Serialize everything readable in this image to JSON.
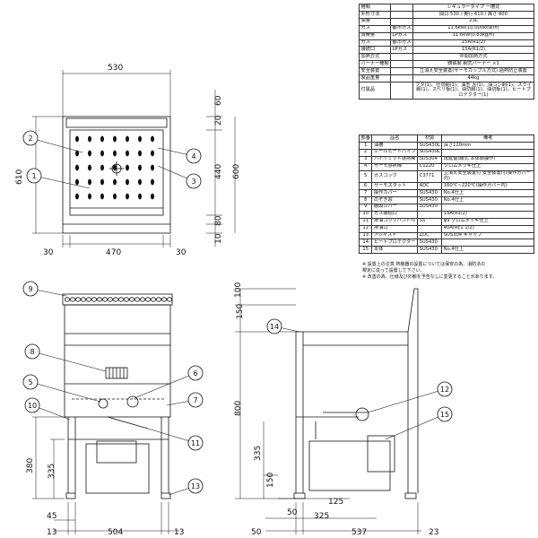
{
  "spec": {
    "rows": [
      [
        "種類",
        "",
        "レギュラータイプ 一槽式"
      ],
      [
        "外形寸法",
        "",
        "間口 530 / 奥行 610 / 高さ 800"
      ],
      [
        "油量",
        "",
        "23L"
      ],
      [
        "ガス",
        "都市ガス",
        "11.6kW(10,000kcal/h)"
      ],
      [
        "消費量",
        "LPガス",
        "11.6kW(0.83kg/h)"
      ],
      [
        "ガス",
        "都市ガス",
        "15A(R1/2)"
      ],
      [
        "接続口",
        "LPガス",
        "15A(R1/2)"
      ],
      [
        "加熱方式",
        "",
        "中間加熱方式"
      ],
      [
        "バーナー種類",
        "",
        "鋳鉄製 網式バーナー ×1"
      ],
      [
        "安全装置",
        "",
        "立消え安全装置(サーモカップル方式) 過熱防止装置"
      ],
      [
        "製品重量",
        "",
        "44kg"
      ],
      [
        "付属品",
        "",
        "フタ(1)、仕切網(1)、油缶 大(1)、油コシ網(1)、スクイ網(1)、スベリ板(1)、油切網(1)、油切板(1)、ヒートプロテクター(1)"
      ]
    ],
    "header_cols": [
      "間口",
      "奥行",
      "高さ"
    ],
    "header_vals": [
      "530",
      "610",
      "800"
    ]
  },
  "parts": {
    "headers": [
      "部番",
      "品名",
      "材質",
      "備考"
    ],
    "rows": [
      [
        "1",
        "油槽",
        "SUS430L",
        "深さ120mm"
      ],
      [
        "2",
        "ホールヒートパイプ",
        "SUS430L",
        ""
      ],
      [
        "3",
        "ハイリミット感熱棒",
        "SUS304",
        "再延復(線式 本体側操作)"
      ],
      [
        "4",
        "サーモ感熱棒",
        "C1220",
        "クロムメッキ仕上"
      ],
      [
        "5",
        "ガスコック",
        "C3771",
        "立消え安全装置付 安全装置付(操作ガバー内)"
      ],
      [
        "6",
        "サーモスタット",
        "ADC",
        "160℃~220℃(操作ガバー内)"
      ],
      [
        "7",
        "操作カバー",
        "SUS430",
        "No.4仕上"
      ],
      [
        "8",
        "のぞき窓",
        "SUS430",
        "No.4仕上"
      ],
      [
        "9",
        "棚頭カバー",
        "SUS430",
        ""
      ],
      [
        "10",
        "ガス接続口",
        "",
        "15A(R1/2)"
      ],
      [
        "11",
        "排油コックハンドル",
        "SS",
        "φ9 クロムメッキ仕上"
      ],
      [
        "12",
        "排油口",
        "",
        "40A(Rc1 1/2)"
      ],
      [
        "13",
        "アジャスト",
        "ZDC",
        "SUS304 キャップ"
      ],
      [
        "14",
        "ヒートプロテクター",
        "SUS430",
        ""
      ],
      [
        "15",
        "本体",
        "SUS430",
        "No.4仕上"
      ]
    ]
  },
  "notes": [
    "※ 設置上の注意 熱機器の設置については保安の為、消防法の",
    "    規定に従って設置して下さい。",
    "※ 改善の為、仕様及び外観を予告なしに変更することがあります。"
  ],
  "dims": {
    "top": {
      "w": "530",
      "d1": "60",
      "d2": "20",
      "h1": "440",
      "h2": "600",
      "h3": "610",
      "b1": "80",
      "b2": "10",
      "s1": "30",
      "s2": "470",
      "s3": "30"
    },
    "front": {
      "h380": "380",
      "h335": "335",
      "b45": "45",
      "b13a": "13",
      "b504": "504",
      "b13b": "13"
    },
    "side": {
      "h100": "100",
      "h150a": "150",
      "h800": "800",
      "h335": "335",
      "h150b": "150",
      "h125": "125",
      "h50a": "50",
      "w325": "325",
      "w50": "50",
      "w537": "537",
      "w23": "23"
    }
  },
  "callouts": [
    "1",
    "2",
    "3",
    "4",
    "5",
    "6",
    "7",
    "8",
    "9",
    "10",
    "11",
    "12",
    "13",
    "14",
    "15"
  ]
}
